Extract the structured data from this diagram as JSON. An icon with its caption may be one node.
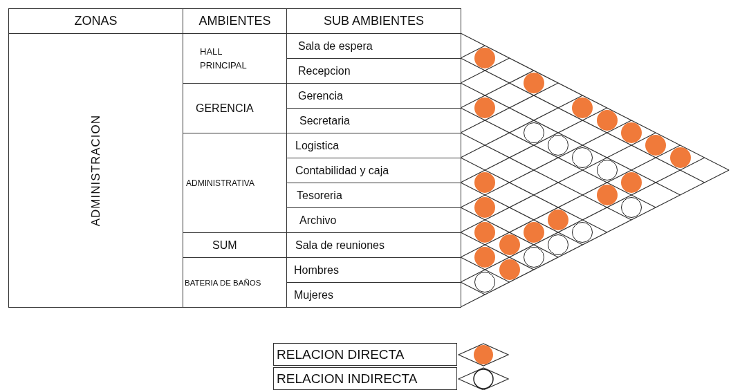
{
  "diagram": {
    "nodes": [
      {
        "text": [
          "ZONAS"
        ]
      },
      {
        "text": [
          "AMBIENTES"
        ]
      },
      {
        "text": [
          "SUB AMBIENTES"
        ]
      },
      {
        "text": [
          "ADMINISTRACION"
        ]
      },
      {
        "text": [
          "HALL PRINCIPAL"
        ]
      },
      {
        "text": [
          "Sala de espera"
        ]
      },
      {
        "text": [
          "Recepcion"
        ]
      },
      {
        "text": [
          "GERENCIA"
        ]
      },
      {
        "text": [
          "Gerencia"
        ]
      },
      {
        "text": [
          "Secretaria"
        ]
      },
      {
        "text": [
          "ADMINISTRATIVA"
        ]
      },
      {
        "text": [
          "Logistica"
        ]
      },
      {
        "text": [
          "Contabilidad y caja"
        ]
      },
      {
        "text": [
          "Tesoreria"
        ]
      },
      {
        "text": [
          "Archivo"
        ]
      },
      {
        "text": [
          "SUM"
        ]
      },
      {
        "text": [
          "Sala de reuniones"
        ]
      },
      {
        "text": [
          "BATERIA DE BAÑOS"
        ]
      },
      {
        "text": [
          "Hombres"
        ]
      },
      {
        "text": [
          "Mujeres"
        ]
      },
      {
        "text": [],
        "shape": "circle"
      },
      {
        "text": [],
        "shape": "circle"
      },
      {
        "text": [],
        "shape": "circle"
      },
      {
        "text": [],
        "shape": "circle"
      },
      {
        "text": [],
        "shape": "circle"
      },
      {
        "text": [],
        "shape": "circle"
      },
      {
        "text": [],
        "shape": "circle"
      },
      {
        "text": [],
        "shape": "circle"
      },
      {
        "text": [],
        "shape": "circle"
      },
      {
        "text": [],
        "shape": "circle"
      },
      {
        "text": [],
        "shape": "circle"
      },
      {
        "text": [],
        "shape": "circle"
      },
      {
        "text": [],
        "shape": "circle"
      },
      {
        "text": [],
        "shape": "circle"
      },
      {
        "text": [],
        "shape": "circle"
      },
      {
        "text": [],
        "shape": "circle"
      },
      {
        "text": [],
        "shape": "circle"
      },
      {
        "text": [],
        "shape": "circle"
      },
      {
        "text": [],
        "shape": "circle"
      },
      {
        "text": [],
        "shape": "circle"
      },
      {
        "text": [],
        "shape": "circle"
      },
      {
        "text": [],
        "shape": "circle"
      },
      {
        "text": [],
        "shape": "circle"
      },
      {
        "text": [],
        "shape": "circle"
      },
      {
        "text": [],
        "shape": "circle"
      },
      {
        "text": [],
        "shape": "circle"
      },
      {
        "text": [],
        "shape": "circle"
      }
    ],
    "edges": [],
    "legend": [
      {
        "text": "RELACION DIRECTA",
        "color": "#f07a3a"
      },
      {
        "text": "RELACION INDIRECTA"
      }
    ]
  }
}
